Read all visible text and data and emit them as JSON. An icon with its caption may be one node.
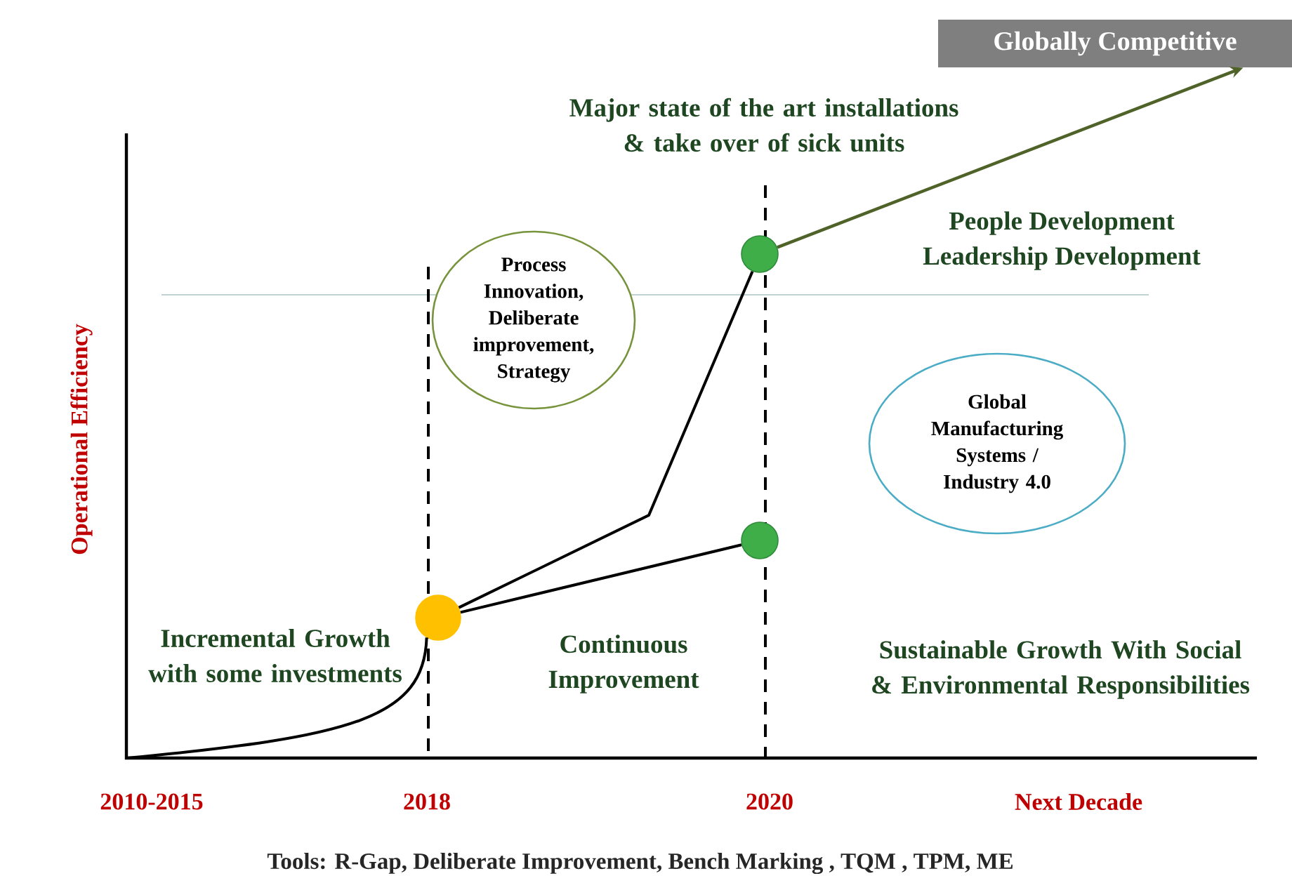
{
  "diagram": {
    "nodes": [
      {
        "text": [
          "Globally  Competitive"
        ]
      },
      {
        "text": [
          "Process Innovation, Deliberate improvement, Strategy"
        ]
      },
      {
        "text": [
          "Global Manufacturing Systems / Industry 4.0"
        ]
      },
      {
        "text": [],
        "shape": "circle"
      },
      {
        "text": [],
        "shape": "circle"
      },
      {
        "text": [],
        "shape": "circle"
      }
    ],
    "edges": [
      {
        "from": null,
        "to": 3,
        "arrow": "none"
      },
      {
        "from": 3,
        "to": 4,
        "arrow": "none"
      },
      {
        "from": 3,
        "to": 5,
        "arrow": "none"
      },
      {
        "from": 4,
        "to": 0,
        "arrow": "to",
        "color": "#4f6228"
      }
    ],
    "labels": [
      "Major state of the art installations & take over of sick units",
      "People Development",
      "Leadership Development",
      "Operational Efficiency",
      "Incremental Growth with some investments",
      "Continuous Improvement",
      "Sustainable Growth With Social & Environmental Responsibilities",
      "2010-2015",
      "2018",
      "2020",
      "Next Decade",
      "Tools: R-Gap, Deliberate Improvement, Bench Marking , TQM , TPM, ME"
    ]
  }
}
